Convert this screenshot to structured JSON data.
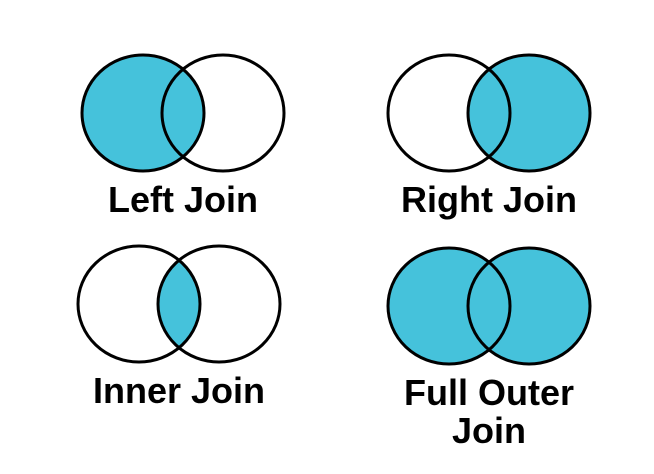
{
  "colors": {
    "fill": "#45C2DB",
    "stroke": "#000000",
    "unfilled": "#ffffff",
    "background": "#ffffff",
    "label_text": "#000000"
  },
  "diagrams": [
    {
      "id": "left-join",
      "label": "Left Join",
      "filled": "left"
    },
    {
      "id": "right-join",
      "label": "Right Join",
      "filled": "right"
    },
    {
      "id": "inner-join",
      "label": "Inner Join",
      "filled": "intersection"
    },
    {
      "id": "full-outer-join",
      "label": "Full Outer Join",
      "filled": "both"
    }
  ]
}
